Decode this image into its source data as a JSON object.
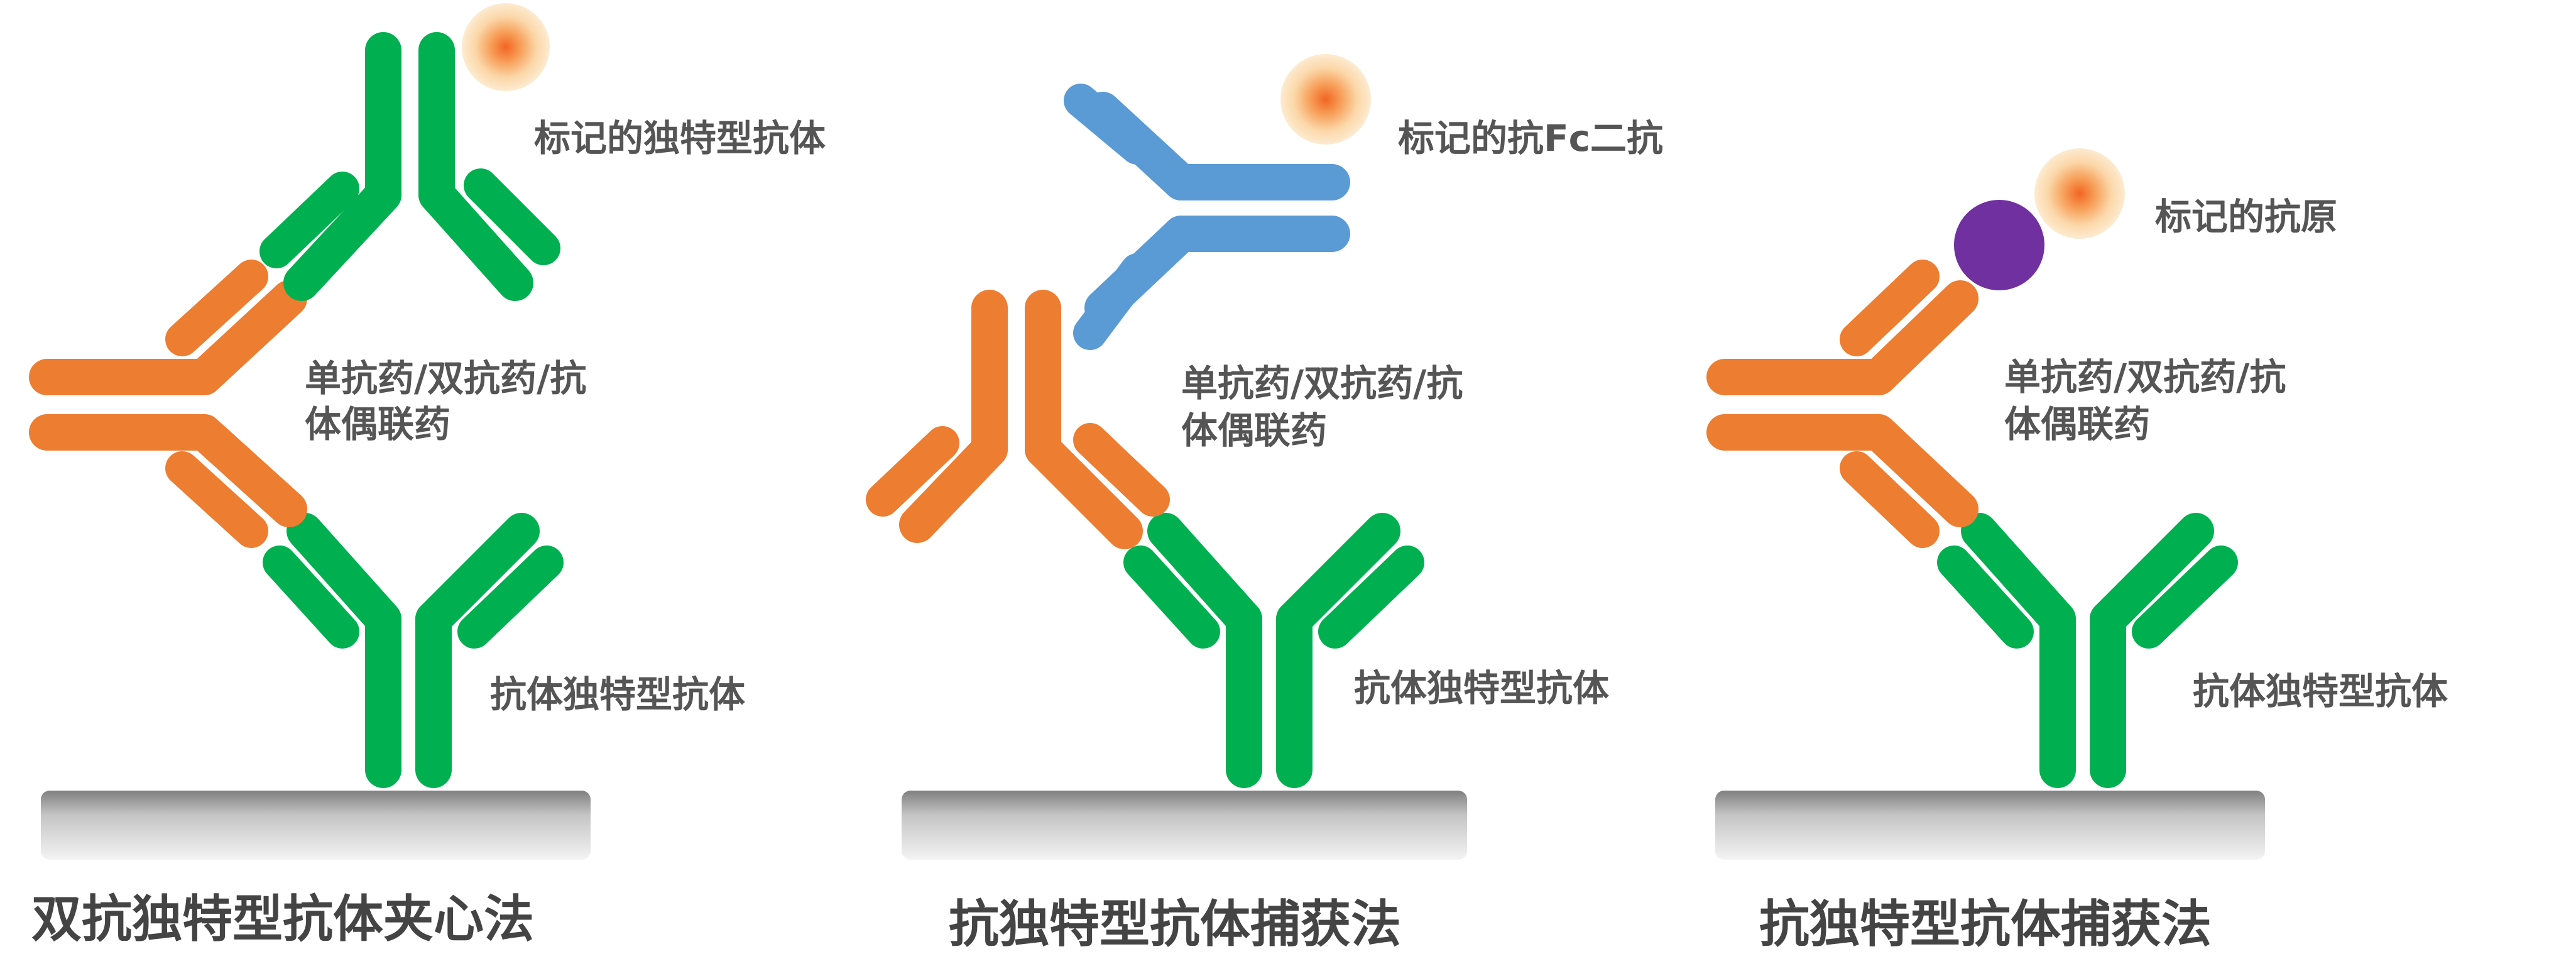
{
  "colors": {
    "green": "#00b050",
    "orange": "#ed7d31",
    "blue": "#5b9bd5",
    "purple": "#7030a0",
    "label_text": "#555555",
    "caption_text": "#444444"
  },
  "panels": [
    {
      "caption": "双抗独特型抗体夹心法",
      "top_label": "标记的独特型抗体",
      "middle_label_line1": "单抗药/双抗药/抗",
      "middle_label_line2": "体偶联药",
      "bottom_label": "抗体独特型抗体"
    },
    {
      "caption": "抗独特型抗体捕获法",
      "top_label": "标记的抗Fc二抗",
      "middle_label_line1": "单抗药/双抗药/抗",
      "middle_label_line2": "体偶联药",
      "bottom_label": "抗体独特型抗体"
    },
    {
      "caption": "抗独特型抗体捕获法",
      "top_label": "标记的抗原",
      "middle_label_line1": "单抗药/双抗药/抗",
      "middle_label_line2": "体偶联药",
      "bottom_label": "抗体独特型抗体"
    }
  ]
}
